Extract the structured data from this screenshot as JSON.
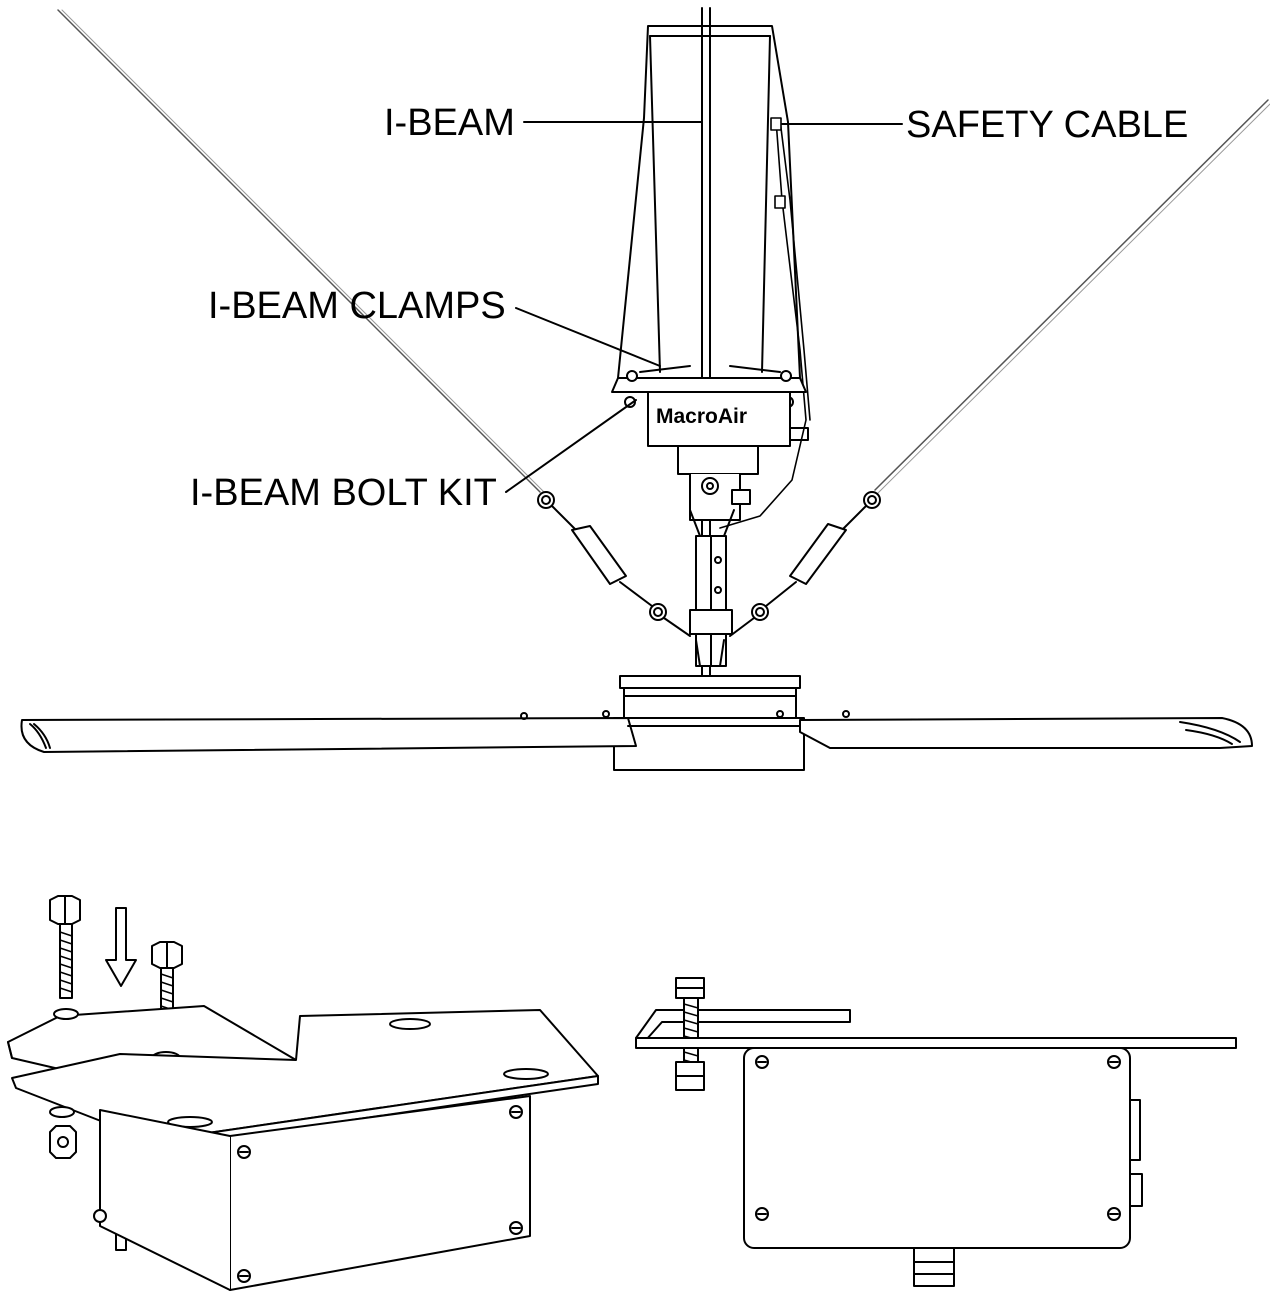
{
  "diagram": {
    "labels": {
      "i_beam": "I-BEAM",
      "safety_cable": "SAFETY CABLE",
      "i_beam_clamps": "I-BEAM CLAMPS",
      "i_beam_bolt_kit": "I-BEAM BOLT KIT"
    },
    "brand": "MacroAir",
    "stroke_color": "#000000",
    "background": "#ffffff"
  }
}
